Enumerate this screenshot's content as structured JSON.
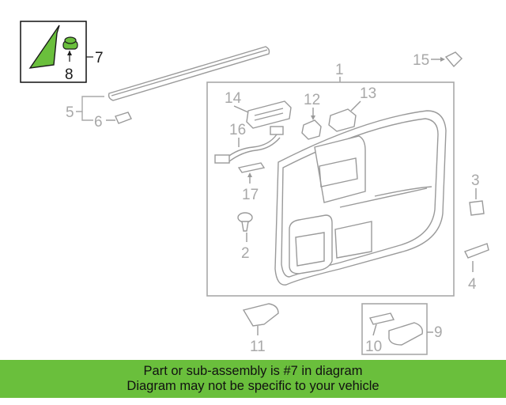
{
  "diagram": {
    "callouts": {
      "c1": "1",
      "c2": "2",
      "c3": "3",
      "c4": "4",
      "c5": "5",
      "c6": "6",
      "c7": "7",
      "c8": "8",
      "c9": "9",
      "c10": "10",
      "c11": "11",
      "c12": "12",
      "c13": "13",
      "c14": "14",
      "c15": "15",
      "c16": "16",
      "c17": "17"
    },
    "highlight_color": "#6abf3c"
  },
  "banner": {
    "line1": "Part or sub-assembly is #7 in diagram",
    "line2": "Diagram may not be specific to your vehicle"
  }
}
